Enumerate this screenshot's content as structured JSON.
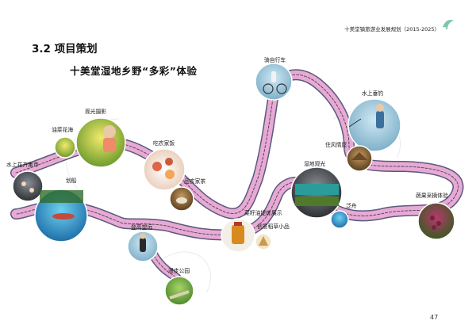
{
  "header": {
    "doc_title": "十美堂镇旅游业发展规划（2015-2025）"
  },
  "section_title": "3.2 项目策划",
  "subtitle": "十美堂湿地乡野“多彩”体验",
  "page_number": "47",
  "colors": {
    "route_pink": "#e8a9d6",
    "route_outline": "#5a5a7a",
    "route_dash": "#444444"
  },
  "stops": [
    {
      "id": "cycling",
      "label": "骑自行车"
    },
    {
      "id": "fishing",
      "label": "水上垂钓"
    },
    {
      "id": "guesthouse",
      "label": "住风情屋"
    },
    {
      "id": "photo",
      "label": "观光摄影"
    },
    {
      "id": "rapeseed",
      "label": "油菜花海"
    },
    {
      "id": "farmfood",
      "label": "吃农家饭"
    },
    {
      "id": "flowermarket",
      "label": "水上花卉集市"
    },
    {
      "id": "rowing",
      "label": "划船"
    },
    {
      "id": "tea",
      "label": "品农家茶"
    },
    {
      "id": "wetland",
      "label": "湿地观光"
    },
    {
      "id": "oil",
      "label": "菜籽油提炼展示"
    },
    {
      "id": "straw",
      "label": "创意稻草小品"
    },
    {
      "id": "rafting",
      "label": "泛舟"
    },
    {
      "id": "fruit",
      "label": "蔬果采摘体验"
    },
    {
      "id": "climb",
      "label": "登高望远"
    },
    {
      "id": "walk",
      "label": "漫步公园"
    }
  ]
}
